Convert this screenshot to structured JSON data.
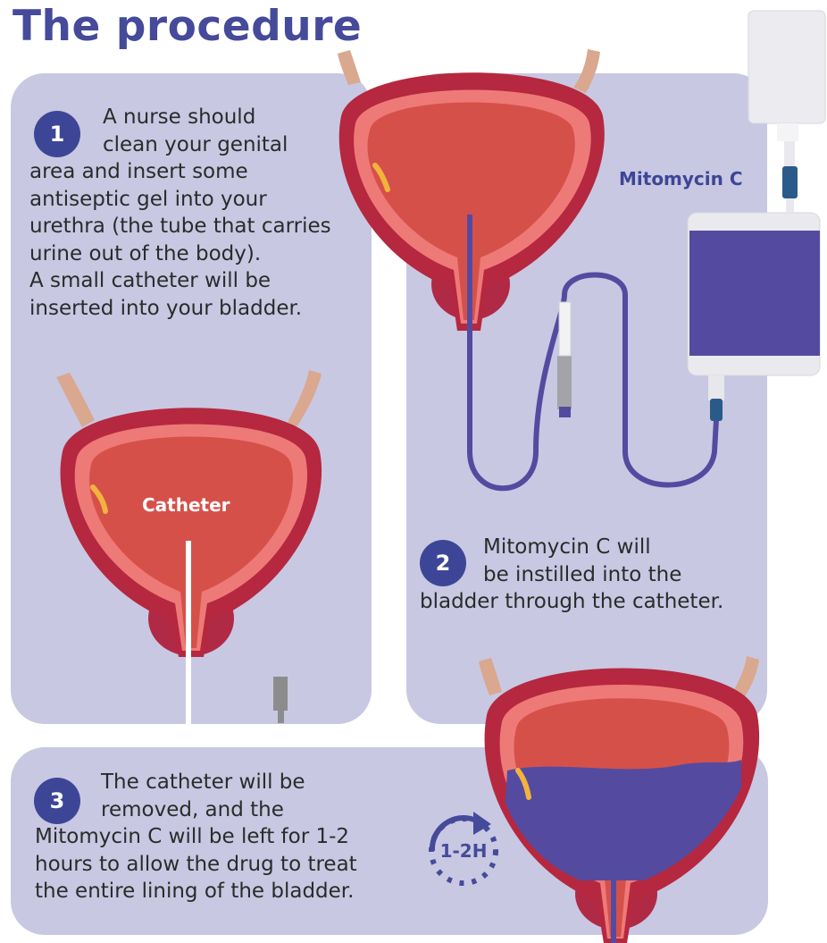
{
  "title": "The procedure",
  "steps": [
    {
      "number": "1",
      "lines": [
        "A nurse should",
        "clean your genital",
        "area and insert some",
        "antiseptic gel into your",
        "urethra (the tube that carries",
        "urine out of the body).",
        "A small catheter will be",
        "inserted into your bladder."
      ]
    },
    {
      "number": "2",
      "lines": [
        "Mitomycin C will",
        "be instilled into the",
        "bladder through the catheter."
      ]
    },
    {
      "number": "3",
      "lines": [
        "The catheter will be",
        "removed, and the",
        "Mitomycin C will be left for 1-2",
        "hours to allow the drug to treat",
        "the entire lining of the bladder."
      ]
    }
  ],
  "labels": {
    "catheter": "Catheter",
    "drug": "Mitomycin C",
    "duration": "1-2H"
  },
  "colors": {
    "title": "#454a9a",
    "panel": "#c8c8e3",
    "badge": "#3d4696",
    "drug": "#544ba0",
    "bladder_wall": "#b5283f",
    "bladder_lining": "#ee7a78",
    "bladder_inner": "#d6504a",
    "ureter": "#d9a88e",
    "prostate": "#b02a45"
  }
}
